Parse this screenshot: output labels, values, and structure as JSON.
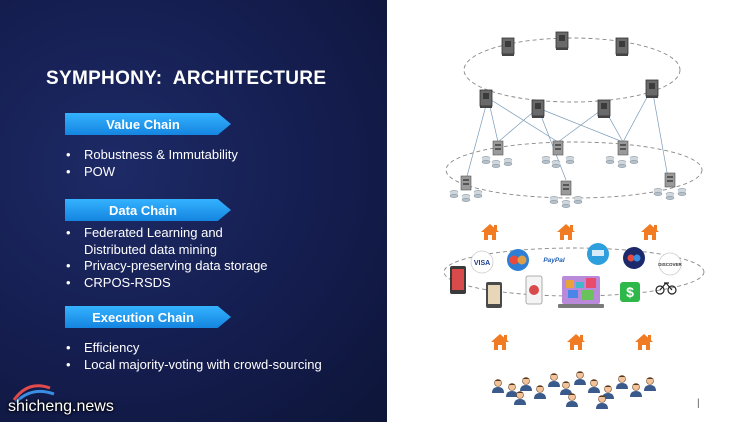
{
  "slide": {
    "title": "SYMPHONY:  ARCHITECTURE",
    "sections": [
      {
        "label": "Value Chain",
        "bullets": [
          "Robustness & Immutability",
          "POW"
        ]
      },
      {
        "label": "Data Chain",
        "bullets": [
          "Federated Learning and",
          "Distributed data mining",
          "Privacy-preserving data storage",
          "CRPOS-RSDS"
        ]
      },
      {
        "label": "Execution Chain",
        "bullets": [
          "Efficiency",
          "Local majority-voting with crowd-sourcing"
        ]
      }
    ]
  },
  "watermark": "shicheng.news",
  "page_number": "|",
  "diagram": {
    "logos": [
      "VISA",
      "PayPal",
      "DISCOVER"
    ]
  },
  "colors": {
    "panel_bg": "#141d4e",
    "banner": "#1e90ff",
    "house": "#f07b22",
    "server": "#5c5c5c",
    "ring": "#999999"
  }
}
